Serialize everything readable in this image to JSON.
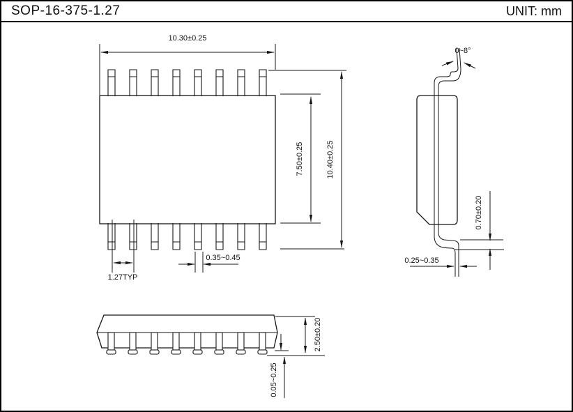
{
  "header": {
    "title": "SOP-16-375-1.27",
    "unit_label": "UNIT: mm"
  },
  "drawing": {
    "package": "SOP-16",
    "top_view": {
      "dim_overall_length": "10.30±0.25",
      "dim_body_width": "7.50±0.25",
      "dim_lead_span": "10.40±0.25",
      "dim_pitch": "1.27TYP",
      "dim_lead_width": "0.35~0.45",
      "pins_per_side": 8
    },
    "side_view": {
      "dim_lead_angle": "0~8°",
      "dim_foot_length": "0.70±0.20",
      "dim_lead_thickness": "0.25~0.35"
    },
    "front_view": {
      "dim_height": "2.50±0.20",
      "dim_standoff": "0.05~0.25"
    },
    "colors": {
      "line": "#161616",
      "background": "#ffffff"
    }
  }
}
